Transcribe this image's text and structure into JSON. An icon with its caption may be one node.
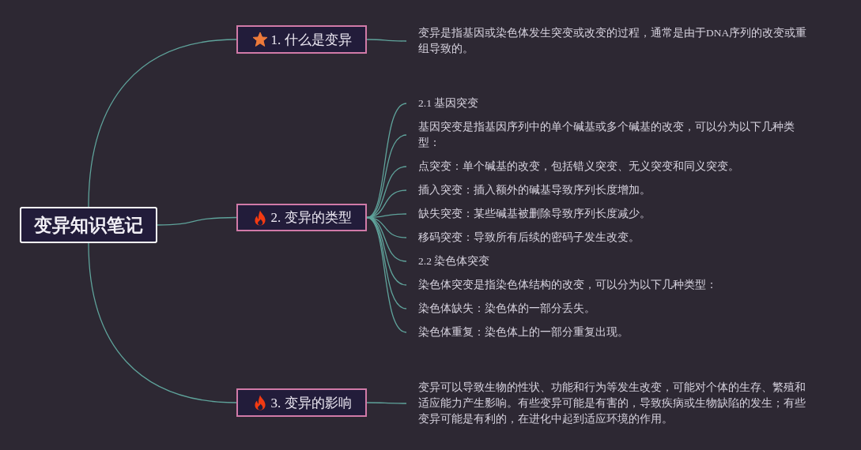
{
  "diagram": {
    "nodes": [
      {
        "text": [
          "变异知识笔记"
        ]
      },
      {
        "text": [
          "1. 什么是变异"
        ]
      },
      {
        "text": [
          "2. 变异的类型"
        ]
      },
      {
        "text": [
          "3. 变异的影响"
        ]
      },
      {
        "text": [
          "变异是指基因或染色体发生突变或改变的过程，通常是由于DNA序列的改变或重组导致的。"
        ]
      },
      {
        "text": [
          "2.1 基因突变"
        ]
      },
      {
        "text": [
          "基因突变是指基因序列中的单个碱基或多个碱基的改变，可以分为以下几种类型："
        ]
      },
      {
        "text": [
          "点突变：单个碱基的改变，包括错义突变、无义突变和同义突变。"
        ]
      },
      {
        "text": [
          "插入突变：插入额外的碱基导致序列长度增加。"
        ]
      },
      {
        "text": [
          "缺失突变：某些碱基被删除导致序列长度减少。"
        ]
      },
      {
        "text": [
          "移码突变：导致所有后续的密码子发生改变。"
        ]
      },
      {
        "text": [
          "2.2 染色体突变"
        ]
      },
      {
        "text": [
          "染色体突变是指染色体结构的改变，可以分为以下几种类型："
        ]
      },
      {
        "text": [
          "染色体缺失：染色体的一部分丢失。"
        ]
      },
      {
        "text": [
          "染色体重复：染色体上的一部分重复出现。"
        ]
      },
      {
        "text": [
          "变异可以导致生物的性状、功能和行为等发生改变，可能对个体的生存、繁殖和适应能力产生影响。有些变异可能是有害的，导致疾病或生物缺陷的发生；有些变异可能是有利的，在进化中起到适应环境的作用。"
        ]
      }
    ],
    "edges": [
      {
        "from": 0,
        "to": 1,
        "arrow": "none"
      },
      {
        "from": 0,
        "to": 2,
        "arrow": "none"
      },
      {
        "from": 0,
        "to": 3,
        "arrow": "none"
      },
      {
        "from": 1,
        "to": 4,
        "arrow": "none"
      },
      {
        "from": 2,
        "to": 5,
        "arrow": "none"
      },
      {
        "from": 2,
        "to": 6,
        "arrow": "none"
      },
      {
        "from": 2,
        "to": 7,
        "arrow": "none"
      },
      {
        "from": 2,
        "to": 8,
        "arrow": "none"
      },
      {
        "from": 2,
        "to": 9,
        "arrow": "none"
      },
      {
        "from": 2,
        "to": 10,
        "arrow": "none"
      },
      {
        "from": 2,
        "to": 11,
        "arrow": "none"
      },
      {
        "from": 2,
        "to": 12,
        "arrow": "none"
      },
      {
        "from": 2,
        "to": 13,
        "arrow": "none"
      },
      {
        "from": 2,
        "to": 14,
        "arrow": "none"
      },
      {
        "from": 3,
        "to": 15,
        "arrow": "none"
      }
    ]
  }
}
